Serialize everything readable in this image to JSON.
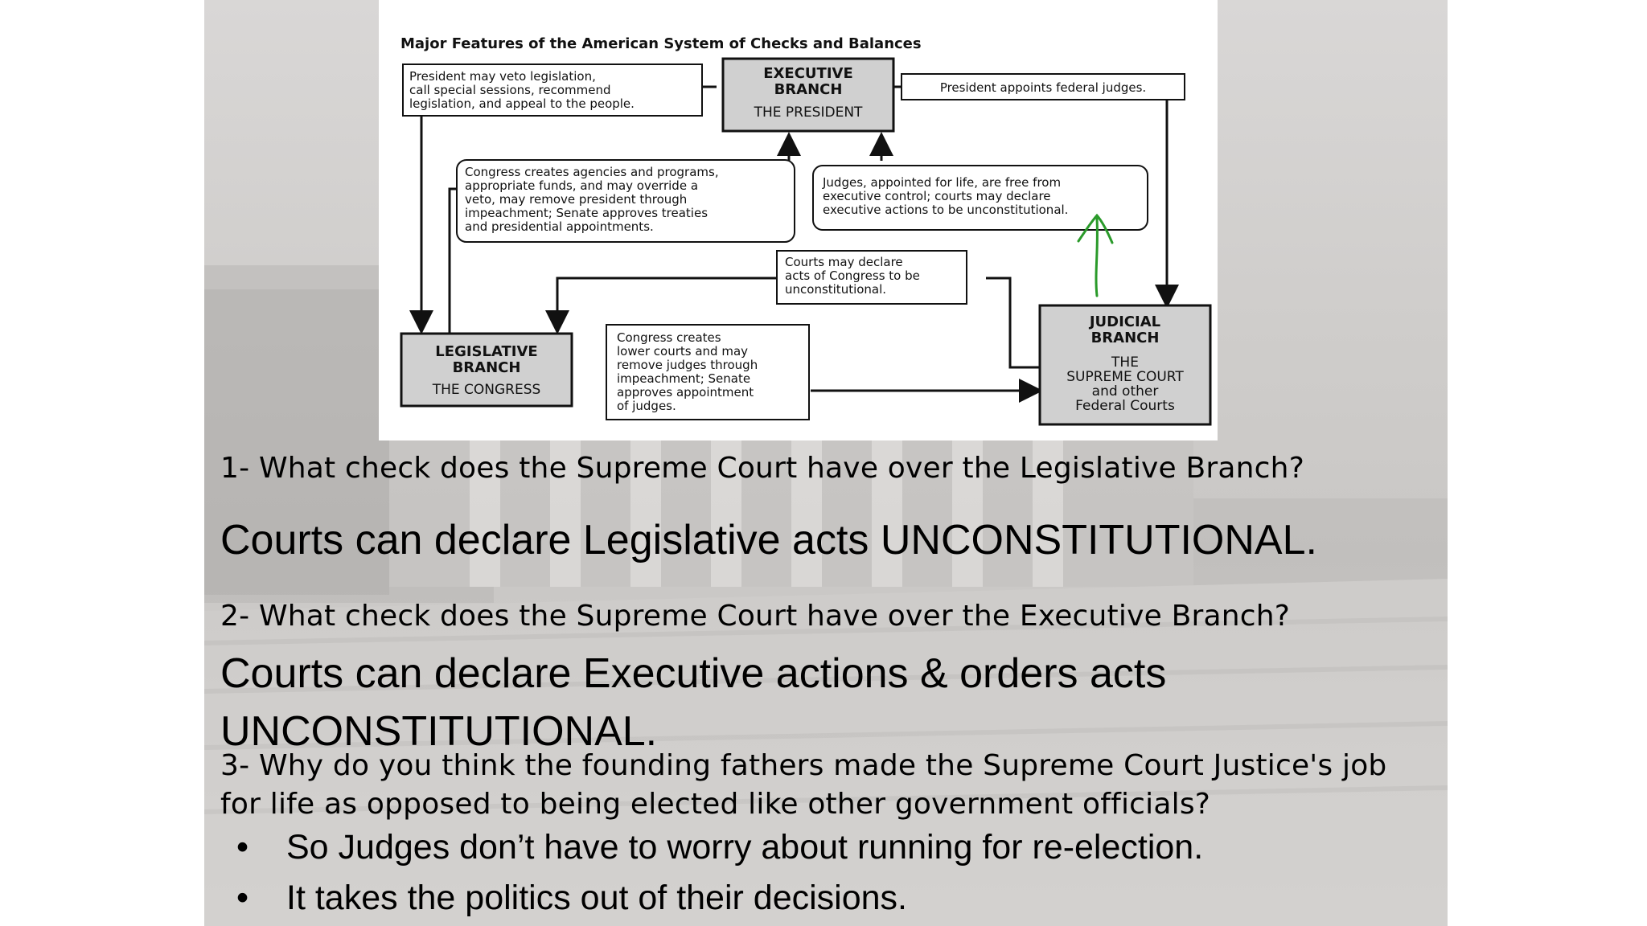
{
  "diagram": {
    "title": "Major Features of the American System of Checks and Balances",
    "executive": {
      "line1": "EXECUTIVE",
      "line2": "BRANCH",
      "line3": "THE PRESIDENT"
    },
    "legislative": {
      "line1": "LEGISLATIVE",
      "line2": "BRANCH",
      "line3": "THE CONGRESS"
    },
    "judicial": {
      "line1": "JUDICIAL",
      "line2": "BRANCH",
      "line3": "THE",
      "line4": "SUPREME COURT",
      "line5": "and other",
      "line6": "Federal Courts"
    },
    "note_president_veto": [
      "President may veto legislation,",
      "call special sessions, recommend",
      "legislation, and appeal to the people."
    ],
    "note_appoints": "President appoints federal judges.",
    "note_congress_creates_agencies": [
      "Congress creates agencies and programs,",
      "appropriate funds, and may override a",
      "veto, may remove president through",
      "impeachment; Senate approves treaties",
      "and presidential appointments."
    ],
    "note_judges_for_life": [
      "Judges, appointed for life, are free from",
      "executive control; courts may declare",
      "executive actions to be unconstitutional."
    ],
    "note_courts_declare_congress": [
      "Courts may declare",
      "acts of Congress to be",
      "unconstitutional."
    ],
    "note_congress_creates_courts": [
      "Congress creates",
      "lower courts and may",
      "remove judges through",
      "impeachment; Senate",
      "approves appointment",
      "of judges."
    ]
  },
  "annotation_color": "#2a9a2a",
  "q1": "1- What check does the Supreme Court have over the Legislative Branch?",
  "a1": "Courts can declare Legislative acts UNCONSTITUTIONAL.",
  "q2": "2- What check does the Supreme Court have over the Executive Branch?",
  "a2_line1": "Courts can declare Executive actions & orders  acts",
  "a2_line2": "UNCONSTITUTIONAL.",
  "q3_line1": "3- Why do you think the founding fathers made the Supreme Court Justice's job",
  "q3_line2": "for life as opposed to being elected like other government officials?",
  "bullet_char": "•",
  "bullets": [
    "So Judges don’t have to worry about running for re-election.",
    "It takes the politics out of their decisions."
  ]
}
